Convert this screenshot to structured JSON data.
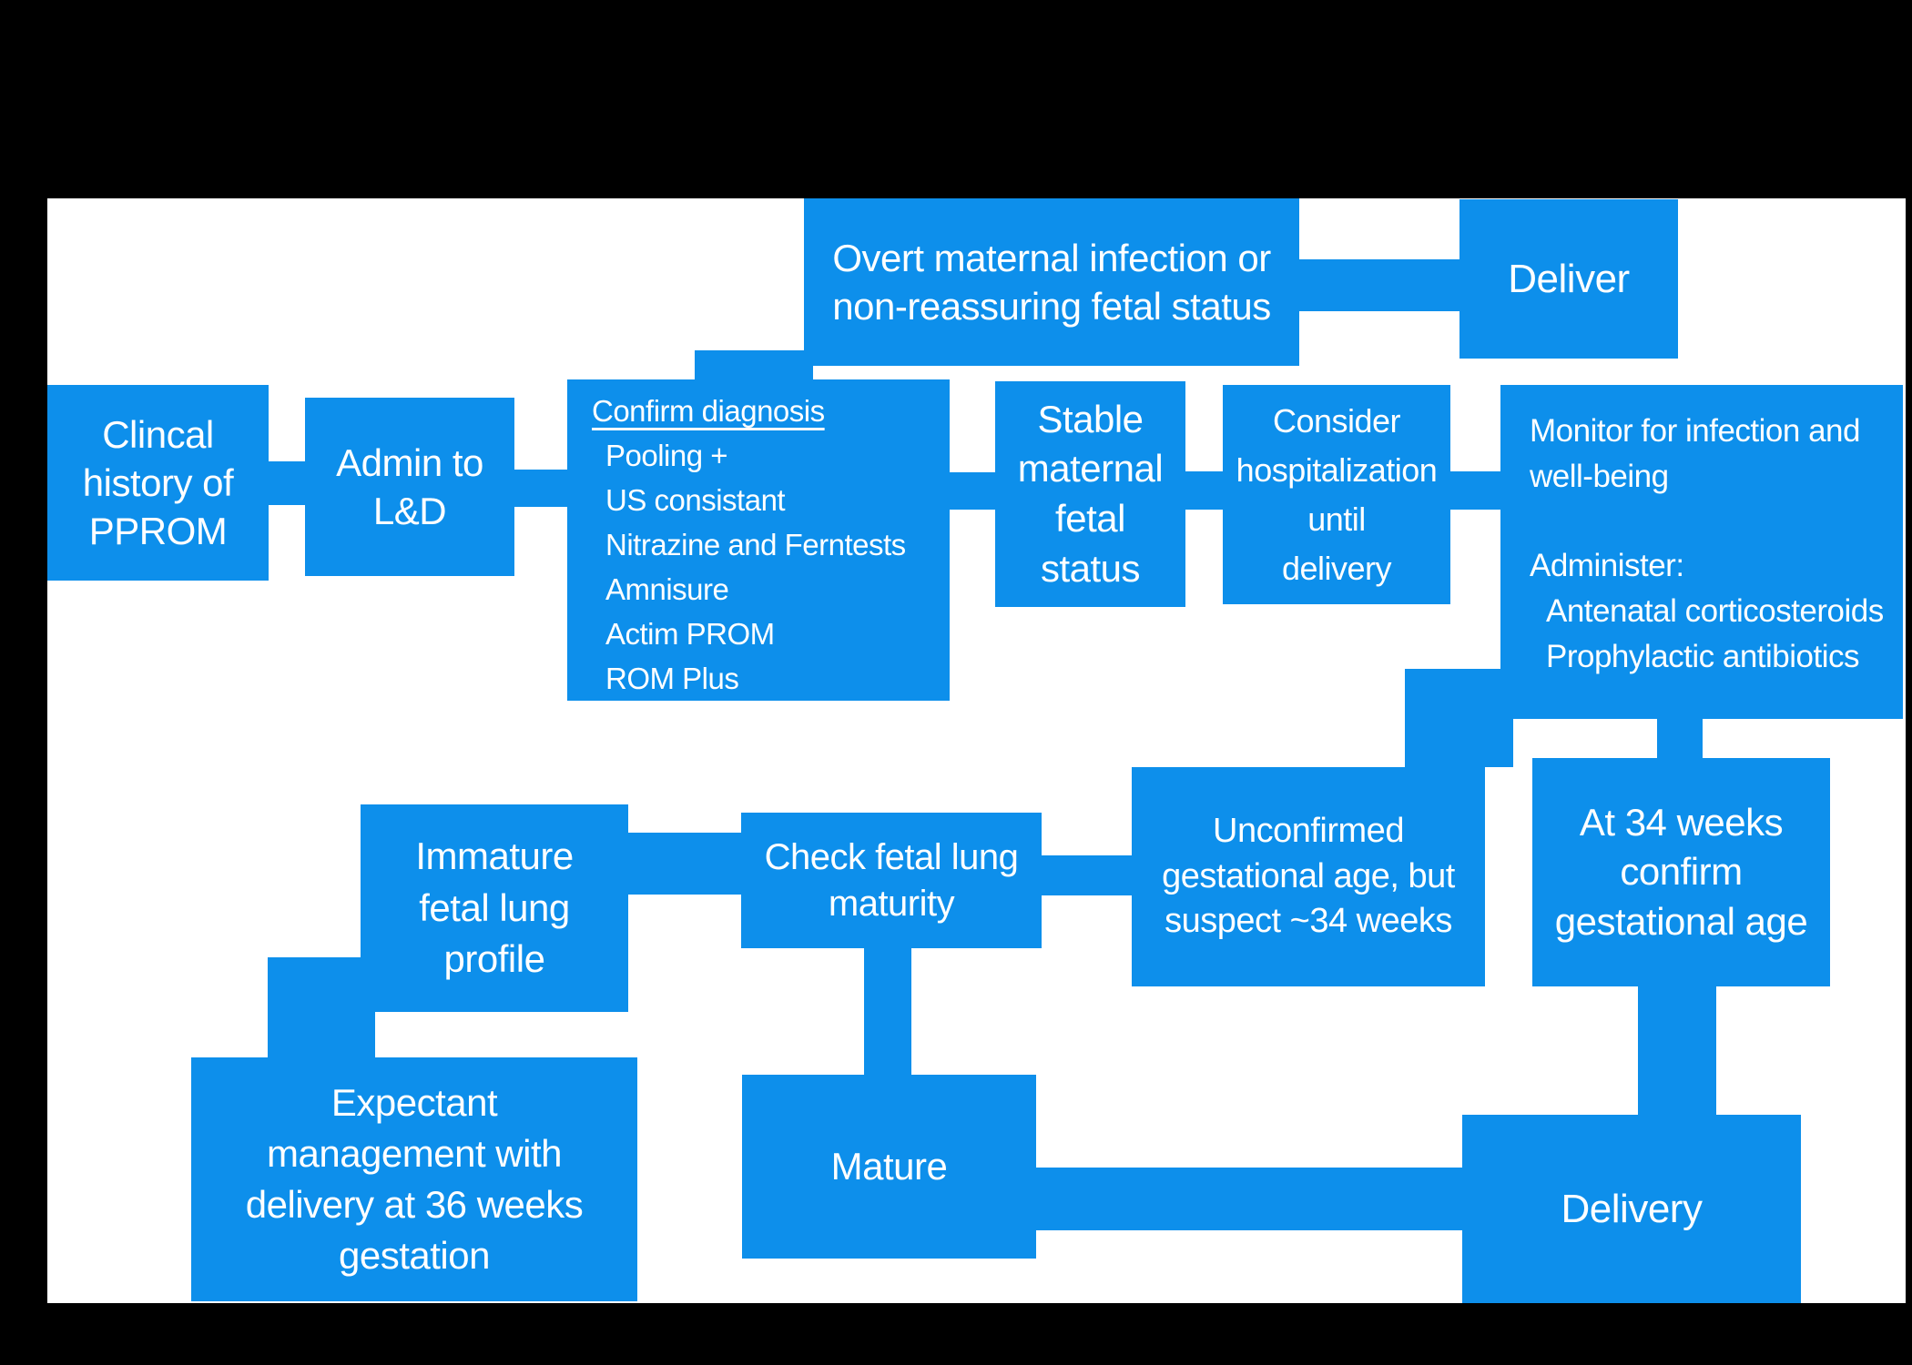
{
  "colors": {
    "background": "#000000",
    "canvas": "#ffffff",
    "node_fill": "#0d8feb",
    "node_text": "#ffffff"
  },
  "flowchart": {
    "nodes": {
      "clinical_history": {
        "label": "Clincal\nhistory of\nPPROM"
      },
      "admit_ld": {
        "label": "Admin to\nL&D"
      },
      "confirm_diagnosis": {
        "title": "Confirm diagnosis",
        "items": [
          "Pooling +",
          "US consistant",
          "Nitrazine and Ferntests",
          "Amnisure",
          "Actim PROM",
          "ROM Plus"
        ]
      },
      "overt_infection": {
        "label": "Overt maternal infection or\nnon-reassuring fetal status"
      },
      "deliver": {
        "label": "Deliver"
      },
      "stable_status": {
        "label": "Stable\nmaternal\nfetal\nstatus"
      },
      "consider_hospitalization": {
        "label": "Consider\nhospitalization\nuntil\ndelivery"
      },
      "monitor": {
        "line1": "Monitor for infection and",
        "line2": "well-being",
        "admin_title": "Administer:",
        "admin_items": [
          "Antenatal corticosteroids",
          "Prophylactic antibiotics"
        ]
      },
      "immature_lung": {
        "label": "Immature\nfetal lung\nprofile"
      },
      "check_lung": {
        "label": "Check fetal lung\nmaturity"
      },
      "unconfirmed_age": {
        "label": "Unconfirmed\ngestational age, but\nsuspect ~34 weeks"
      },
      "at_34_weeks": {
        "label": "At 34 weeks\nconfirm\ngestational age"
      },
      "expectant": {
        "label": "Expectant\nmanagement with\ndelivery at 36 weeks\ngestation"
      },
      "mature": {
        "label": "Mature"
      },
      "delivery": {
        "label": "Delivery"
      }
    }
  }
}
